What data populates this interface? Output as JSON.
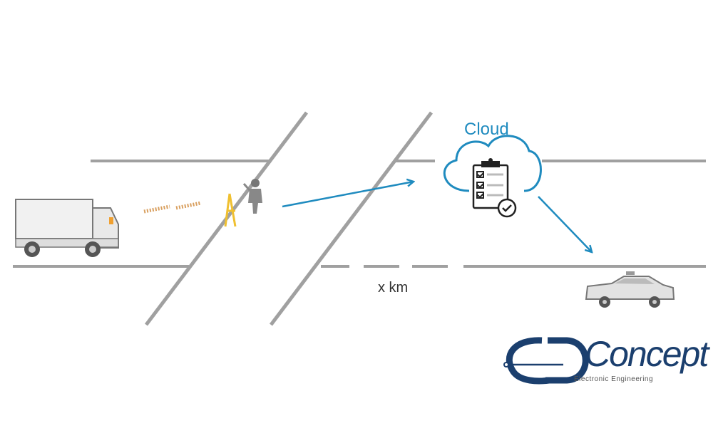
{
  "diagram": {
    "cloud_label": "Cloud",
    "distance_label": "x km",
    "logo": {
      "name": "CDConcept",
      "word": "Concept",
      "tagline": "Electronic Engineering"
    },
    "colors": {
      "road": "#a0a0a0",
      "accent": "#1f8bbf",
      "logo": "#1b3f6e"
    }
  }
}
